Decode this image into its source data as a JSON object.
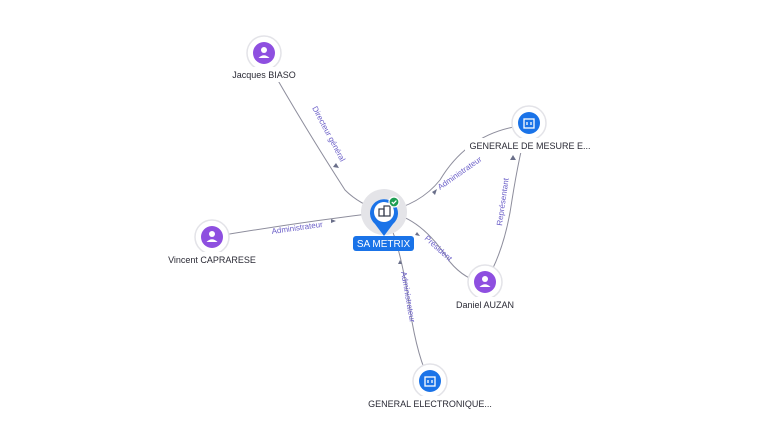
{
  "colors": {
    "person": "#8e4fe0",
    "company": "#1a73e8",
    "edge": "#8d8d9c",
    "edge_label": "#6b5fc8",
    "check": "#1e9e53"
  },
  "center": {
    "id": "sa-metrix",
    "label": "SA METRIX",
    "icon": "building-icon",
    "status_icon": "check-icon"
  },
  "nodes": [
    {
      "id": "jacques",
      "label": "Jacques BIASO",
      "type": "person",
      "icon": "person-icon"
    },
    {
      "id": "vincent",
      "label": "Vincent CAPRARESE",
      "type": "person",
      "icon": "person-icon"
    },
    {
      "id": "generale-mesure",
      "label": "GENERALE DE MESURE E...",
      "type": "company",
      "icon": "building-icon"
    },
    {
      "id": "daniel",
      "label": "Daniel AUZAN",
      "type": "person",
      "icon": "person-icon"
    },
    {
      "id": "general-electronique",
      "label": "GENERAL ELECTRONIQUE...",
      "type": "company",
      "icon": "building-icon"
    }
  ],
  "edges": [
    {
      "id": "e-jacques",
      "label": "Directeur général"
    },
    {
      "id": "e-vincent",
      "label": "Administrateur"
    },
    {
      "id": "e-generale",
      "label": "Administrateur"
    },
    {
      "id": "e-daniel",
      "label": "Président"
    },
    {
      "id": "e-general-elec",
      "label": "Administrateur"
    },
    {
      "id": "e-daniel-generale",
      "label": "Représentant"
    }
  ]
}
